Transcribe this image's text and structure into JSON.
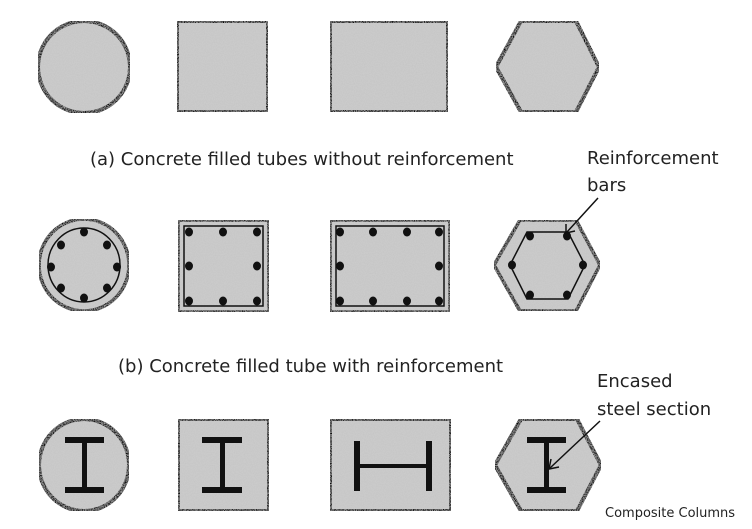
{
  "captions": {
    "a": "(a)  Concrete filled tubes without reinforcement",
    "b": "(b) Concrete filled tube with reinforcement"
  },
  "callouts": {
    "reinforcement_line1": "Reinforcement",
    "reinforcement_line2": "bars",
    "encased_line1": "Encased",
    "encased_line2": "steel section"
  },
  "footer": "Composite Columns",
  "colors": {
    "concrete": "#c9c9c9",
    "steel": "#111111"
  }
}
